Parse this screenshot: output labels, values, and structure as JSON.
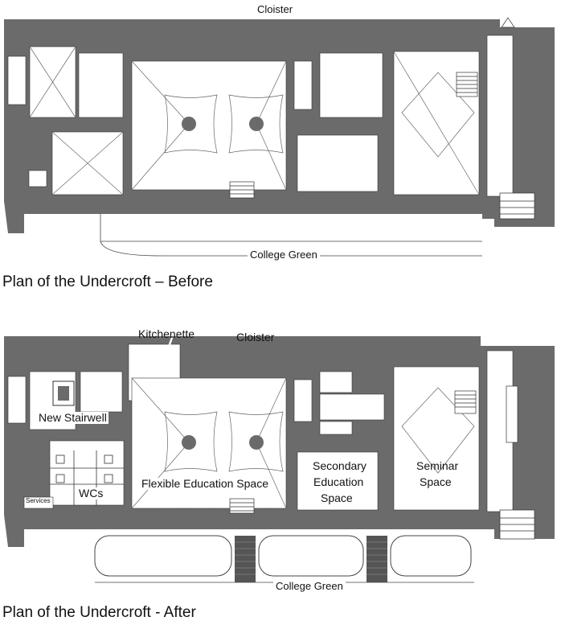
{
  "before": {
    "caption": "Plan of the Undercroft – Before",
    "cloister_label": "Cloister",
    "green_label": "College Green"
  },
  "after": {
    "caption": "Plan of the Undercroft - After",
    "cloister_label": "Cloister",
    "green_label": "College Green",
    "rooms": {
      "kitchenette": "Kitchenette",
      "new_stairwell": "New Stairwell",
      "wcs": "WCs",
      "flexible_space": "Flexible Education Space",
      "secondary_l1": "Secondary",
      "secondary_l2": "Education",
      "secondary_l3": "Space",
      "seminar_l1": "Seminar",
      "seminar_l2": "Space",
      "services": "Services"
    }
  },
  "colors": {
    "wall": "#6b6b6b",
    "wall_dark": "#555555",
    "floor": "#ffffff",
    "line": "#333333",
    "grass_outline": "#444444"
  }
}
